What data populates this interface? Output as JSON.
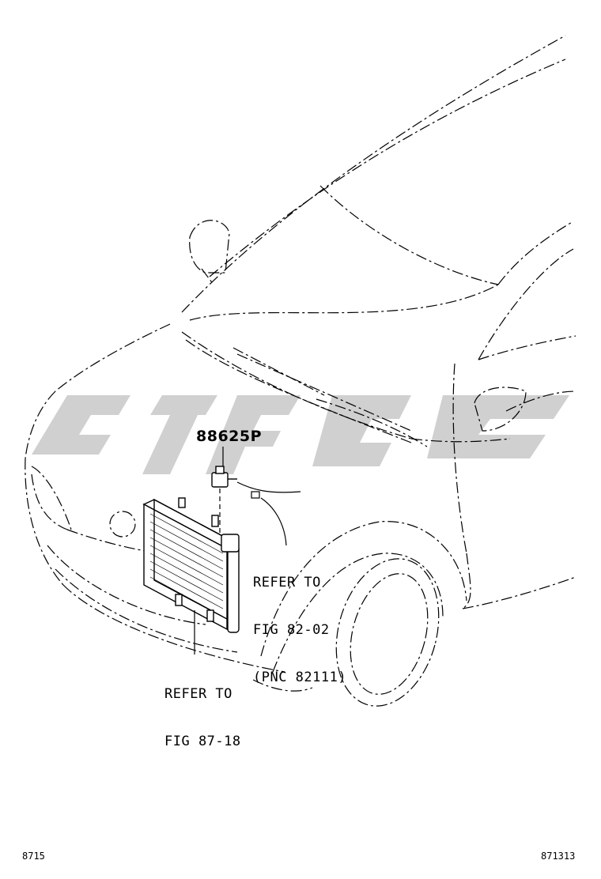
{
  "part_number": "88625P",
  "refer_radiator": {
    "line1": "REFER TO",
    "line2": "FIG 87-18"
  },
  "refer_wiring": {
    "line1": "REFER TO",
    "line2": "FIG 82-02",
    "line3": "(PNC 82111)"
  },
  "footer": {
    "left_code": "8715",
    "right_code": "871313"
  },
  "colors": {
    "line": "#000000",
    "watermark": "#c8c8c8"
  }
}
